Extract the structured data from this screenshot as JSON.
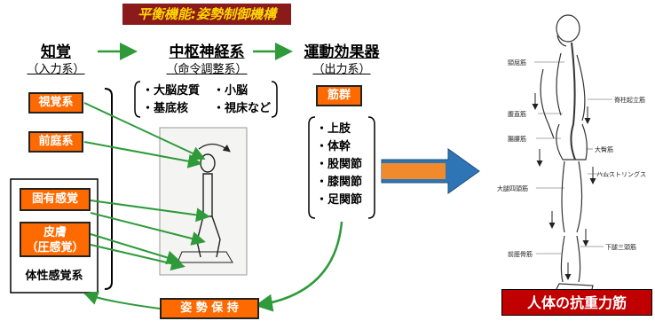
{
  "title": "平衡機能:姿勢制御機構",
  "columns": {
    "perception": {
      "title": "知覚",
      "sub": "（入力系）"
    },
    "cns": {
      "title": "中枢神経系",
      "sub": "（命令調整系）"
    },
    "motor": {
      "title": "運動効果器",
      "sub": "（出力系）"
    }
  },
  "brain_parts": {
    "row1_left": "・大脳皮質",
    "row1_right": "・小脳",
    "row2_left": "・基底核",
    "row2_right": "・視床など"
  },
  "inputs": {
    "visual": "視覚系",
    "vestibular": "前庭系",
    "proprioception": "固有感覚",
    "skin": "皮膚",
    "skin_sub": "（圧感覚）",
    "somatosensory": "体性感覚系"
  },
  "muscles_label": "筋群",
  "body_parts": [
    "・上肢",
    "・体幹",
    "・股関節",
    "・膝関節",
    "・足関節"
  ],
  "posture_label": "姿 勢 保 持",
  "muscle_labels": {
    "neck": "頸屈筋",
    "erector": "脊柱起立筋",
    "abdominal": "腹直筋",
    "iliopsoas": "腸腰筋",
    "gluteus": "大臀筋",
    "hamstrings": "ハムストリングス",
    "quadriceps": "大腿四頭筋",
    "triceps_surae": "下腿三頭筋",
    "tibialis": "前脛骨筋"
  },
  "caption": "人体の抗重力筋"
}
